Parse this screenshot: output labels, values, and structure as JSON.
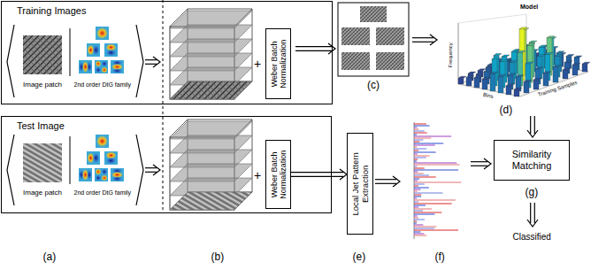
{
  "diagram": {
    "nodes": [
      {
        "text": [
          "Training Images"
        ]
      },
      {
        "text": [
          "Weber Batch Normalization"
        ],
        "in": 0
      },
      {
        "text": [
          "Test Image"
        ]
      },
      {
        "text": [
          "Weber Batch Normalization"
        ],
        "in": 2
      },
      {
        "text": [
          "Local Jet Pattern Extraction"
        ]
      },
      {
        "text": [
          "Similarity Matching"
        ]
      }
    ],
    "edges": [
      {
        "from": 3,
        "to": 4,
        "arrow": "to"
      }
    ],
    "labels": [
      "Image patch",
      "2nd order DtG family",
      "+",
      "Image patch",
      "2nd order DtG family",
      "+",
      "(a)",
      "(b)",
      "(c)",
      "Model",
      "Frequency",
      "Bins",
      "Training Samples",
      "(d)",
      "(e)",
      "(f)",
      "(g)",
      "Classified"
    ]
  }
}
